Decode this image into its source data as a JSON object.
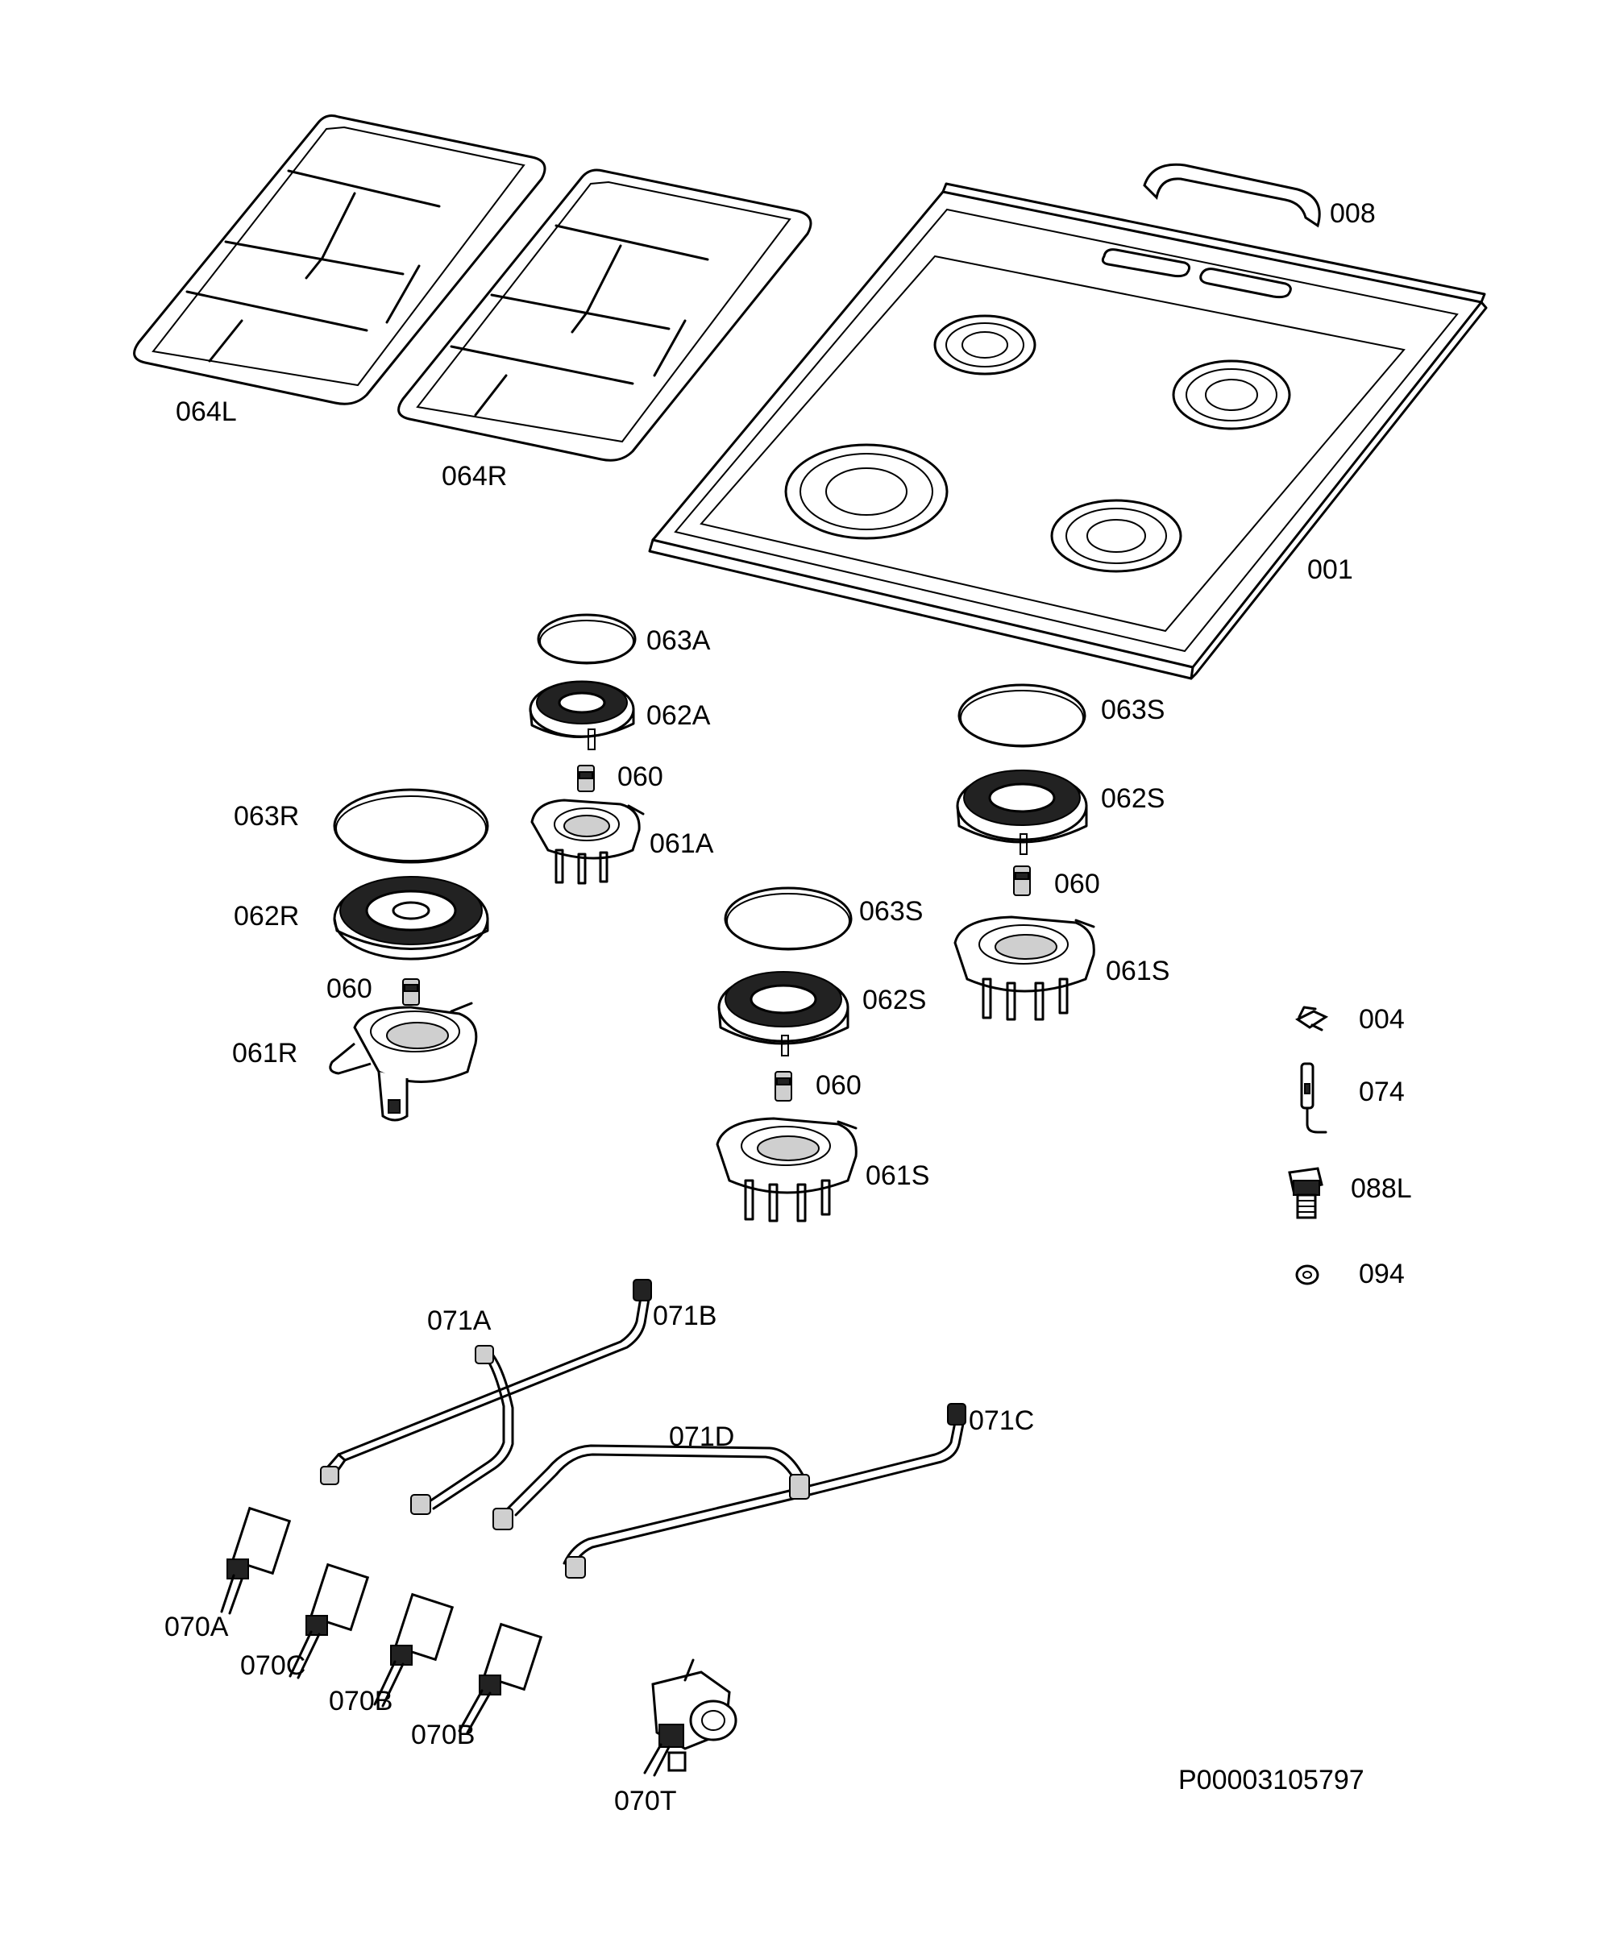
{
  "labels": {
    "grate_left": "064L",
    "grate_right": "064R",
    "handle": "008",
    "hob_top": "001",
    "cap_aux": "063A",
    "crown_aux": "062A",
    "injector_aux": "060",
    "body_aux": "061A",
    "cap_rapid": "063R",
    "crown_rapid": "062R",
    "injector_rapid": "060",
    "body_rapid": "061R",
    "cap_semi_center": "063S",
    "crown_semi_center": "062S",
    "injector_semi_center": "060",
    "body_semi_center": "061S",
    "cap_semi_right": "063S",
    "crown_semi_right": "062S",
    "injector_semi_right": "060",
    "body_semi_right": "061S",
    "clip": "004",
    "electrode": "074",
    "connector": "088L",
    "washer": "094",
    "pipe_a": "071A",
    "pipe_b": "071B",
    "pipe_c": "071C",
    "pipe_d": "071D",
    "valve_a": "070A",
    "valve_c": "070C",
    "valve_b1": "070B",
    "valve_b2": "070B",
    "valve_t": "070T",
    "drawing_code": "P00003105797"
  }
}
